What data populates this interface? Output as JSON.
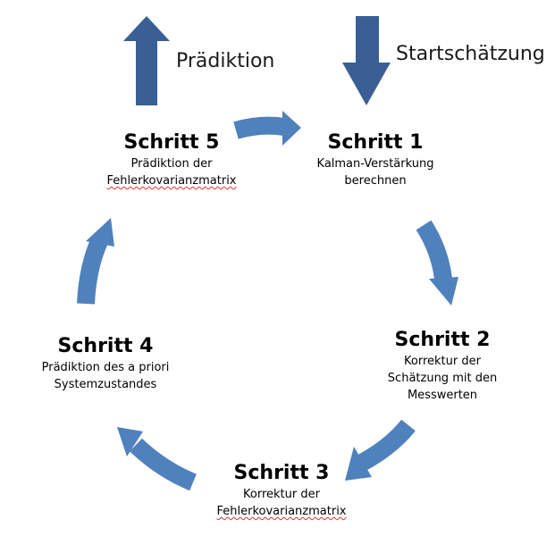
{
  "labels": {
    "prediction": "Prädiktion",
    "start_estimate": "Startschätzung"
  },
  "steps": [
    {
      "title": "Schritt 1",
      "lines": [
        "Kalman-Verstärkung",
        "berechnen"
      ]
    },
    {
      "title": "Schritt 2",
      "lines": [
        "Korrektur der",
        "Schätzung mit den",
        "Messwerten"
      ]
    },
    {
      "title": "Schritt 3",
      "lines": [
        "Korrektur der",
        "Fehlerkovarianzmatrix"
      ]
    },
    {
      "title": "Schritt 4",
      "lines": [
        "Prädiktion des a priori",
        "Systemzustandes"
      ]
    },
    {
      "title": "Schritt 5",
      "lines": [
        "Prädiktion der",
        "Fehlerkovarianzmatrix"
      ]
    }
  ],
  "colors": {
    "dark_arrow": "#3a5f94",
    "cycle_arrow": "#4f81bd"
  }
}
